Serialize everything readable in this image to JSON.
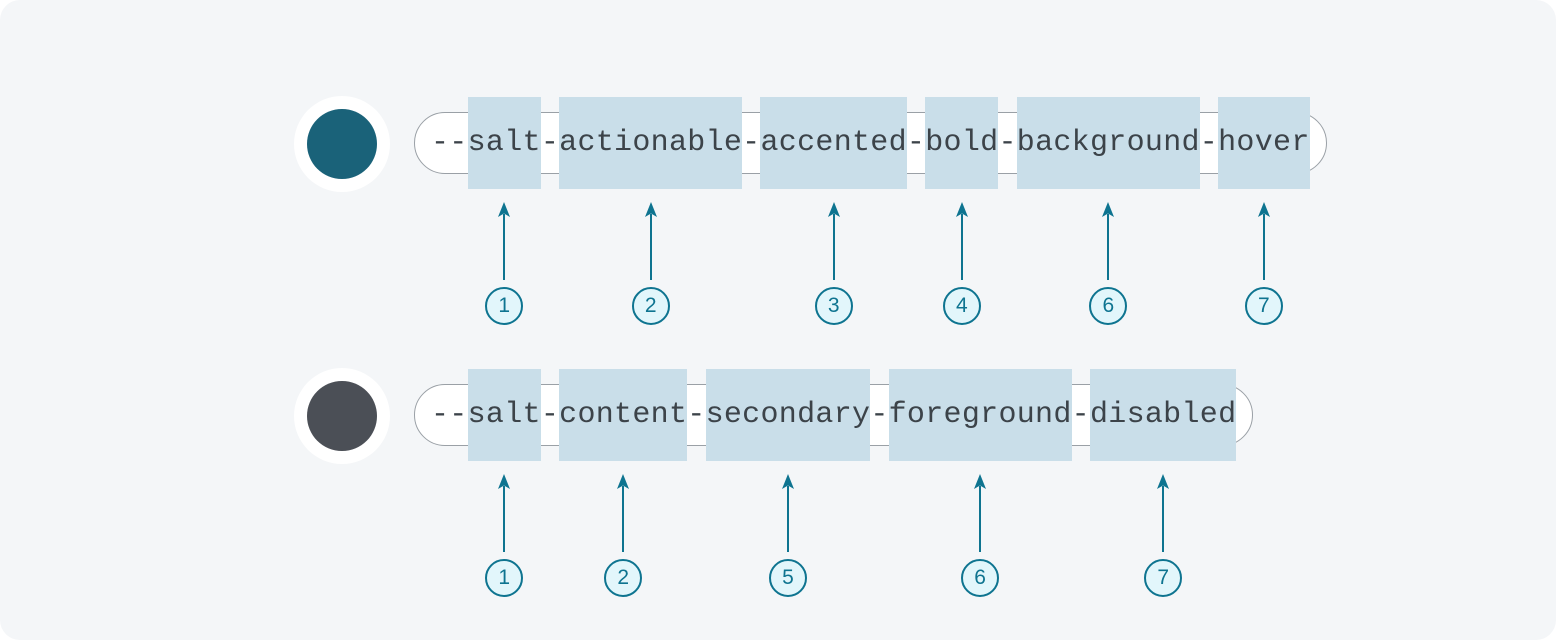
{
  "colors": {
    "page_background": "#f4f6f8",
    "pill_background": "#ffffff",
    "pill_border": "#9aa0a6",
    "token_text": "#3c4349",
    "highlight_band": "#c9dee9",
    "callout_stroke": "#0e7490",
    "callout_fill": "#e2f6fb"
  },
  "rows": [
    {
      "swatch": {
        "name": "actionable-accented-bold-background-hover-swatch",
        "color": "#1a6279"
      },
      "token": "--salt-actionable-accented-bold-background-hover",
      "segments": [
        {
          "text": "--",
          "highlight": false
        },
        {
          "text": "salt",
          "highlight": true,
          "callout": "1"
        },
        {
          "text": "-",
          "highlight": false
        },
        {
          "text": "actionable",
          "highlight": true,
          "callout": "2"
        },
        {
          "text": "-",
          "highlight": false
        },
        {
          "text": "accented",
          "highlight": true,
          "callout": "3"
        },
        {
          "text": "-",
          "highlight": false
        },
        {
          "text": "bold",
          "highlight": true,
          "callout": "4"
        },
        {
          "text": "-",
          "highlight": false
        },
        {
          "text": "background",
          "highlight": true,
          "callout": "6"
        },
        {
          "text": "-",
          "highlight": false
        },
        {
          "text": "hover",
          "highlight": true,
          "callout": "7"
        }
      ]
    },
    {
      "swatch": {
        "name": "content-secondary-foreground-disabled-swatch",
        "color": "#4b4f56"
      },
      "token": "--salt-content-secondary-foreground-disabled",
      "segments": [
        {
          "text": "--",
          "highlight": false
        },
        {
          "text": "salt",
          "highlight": true,
          "callout": "1"
        },
        {
          "text": "-",
          "highlight": false
        },
        {
          "text": "content",
          "highlight": true,
          "callout": "2"
        },
        {
          "text": "-",
          "highlight": false
        },
        {
          "text": "secondary",
          "highlight": true,
          "callout": "5"
        },
        {
          "text": "-",
          "highlight": false
        },
        {
          "text": "foreground",
          "highlight": true,
          "callout": "6"
        },
        {
          "text": "-",
          "highlight": false
        },
        {
          "text": "disabled",
          "highlight": true,
          "callout": "7"
        }
      ]
    }
  ]
}
